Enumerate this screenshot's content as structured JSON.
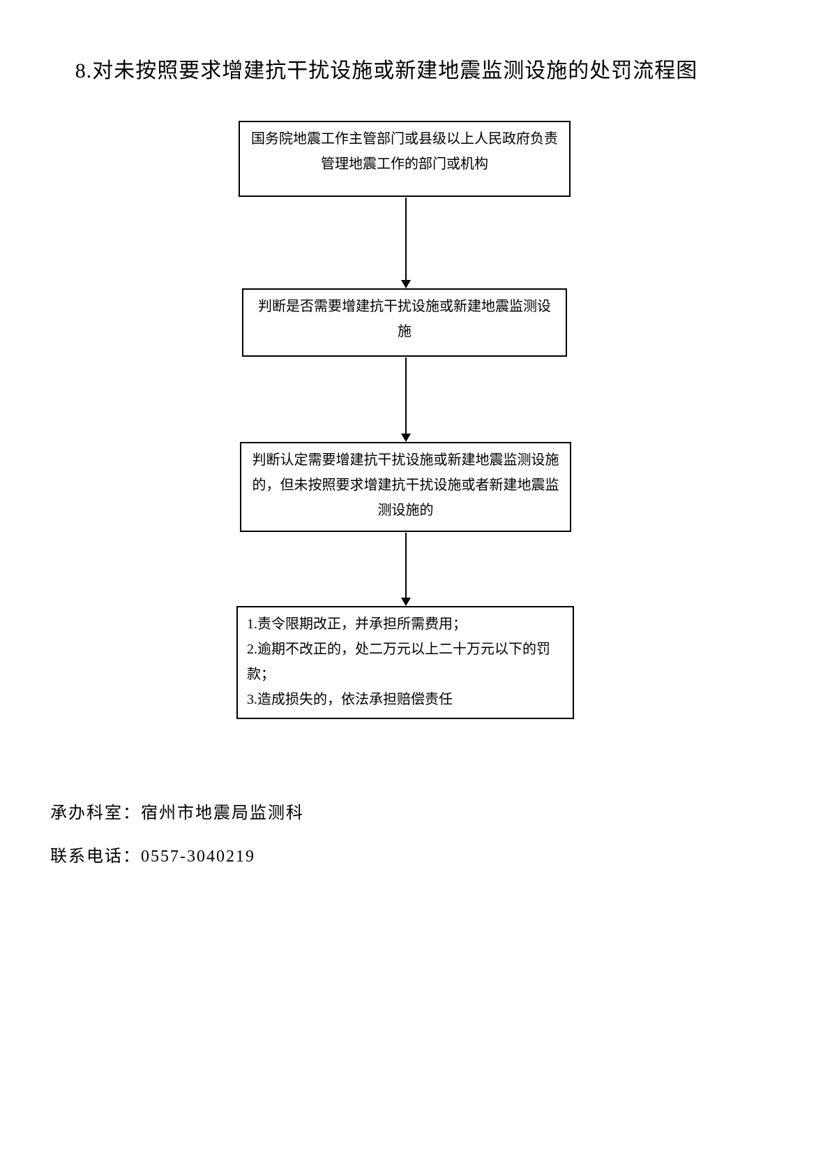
{
  "page": {
    "title": "8.对未按照要求增建抗干扰设施或新建地震监测设施的处罚流程图"
  },
  "flowchart": {
    "nodes": [
      {
        "name": "authority",
        "text": "国务院地震工作主管部门或县级以上人民政府负责管理地震工作的部门或机构"
      },
      {
        "name": "judge-need",
        "text": "判断是否需要增建抗干扰设施或新建地震监测设施"
      },
      {
        "name": "judge-violation",
        "text": "判断认定需要增建抗干扰设施或新建地震监测设施的，但未按照要求增建抗干扰设施或者新建地震监测设施的"
      },
      {
        "name": "penalty",
        "text": "1.责令限期改正，并承担所需费用；\n2.逾期不改正的，处二万元以上二十万元以下的罚款；\n3.造成损失的，依法承担赔偿责任"
      }
    ]
  },
  "footer": {
    "department_line": "承办科室：宿州市地震局监测科",
    "phone_line": "联系电话：0557-3040219"
  },
  "colors": {
    "ink": "#000000",
    "background": "#ffffff",
    "border": "#000000"
  }
}
